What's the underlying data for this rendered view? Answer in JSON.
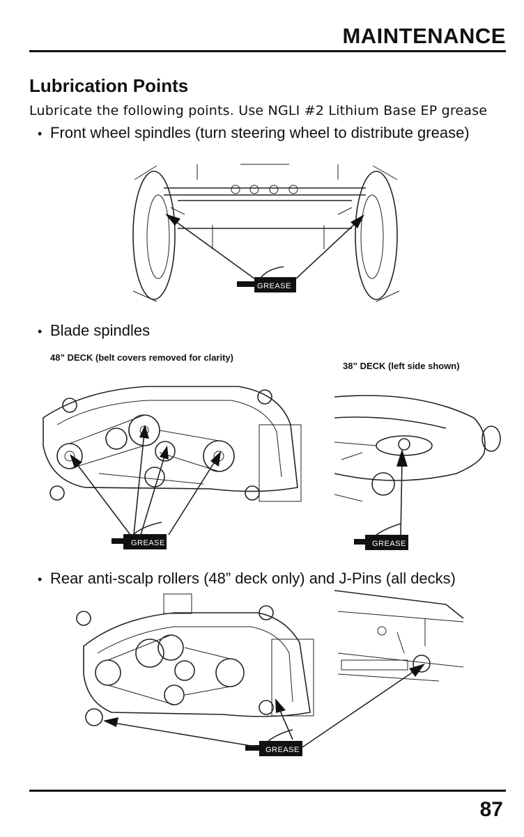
{
  "header": {
    "section": "MAINTENANCE"
  },
  "section_title": "Lubrication Points",
  "intro": "Lubricate the following points. Use NGLI #2 Lithium Base EP grease",
  "bullets": {
    "front_wheel": "Front wheel spindles (turn steering wheel to distribute grease)",
    "blade_spindles": "Blade spindles",
    "rear_rollers": "Rear anti-scalp rollers (48” deck only) and J-Pins (all decks)"
  },
  "captions": {
    "deck48": "48” DECK (belt covers removed for clarity)",
    "deck38": "38” DECK (left side shown)"
  },
  "grease_label": "GREASE",
  "footer": {
    "page_number": "87"
  }
}
